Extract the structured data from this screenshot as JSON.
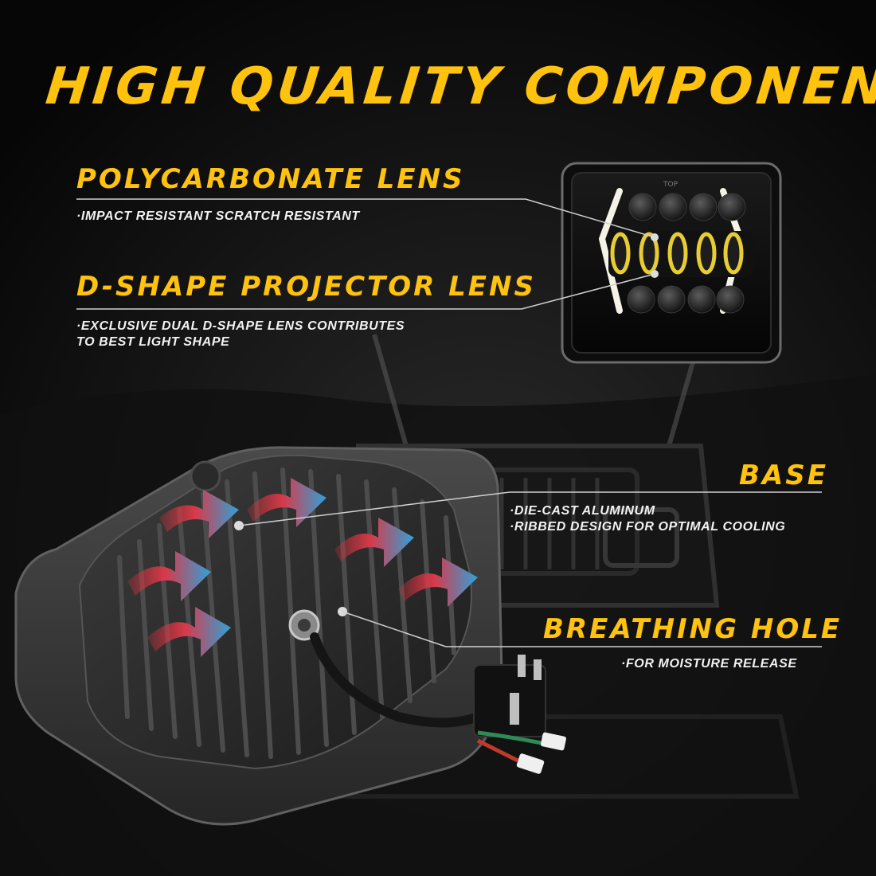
{
  "title": "HIGH QUALITY COMPONENTS",
  "features": {
    "polycarbonate": {
      "heading": "POLYCARBONATE LENS",
      "note": "·IMPACT RESISTANT   SCRATCH RESISTANT"
    },
    "dshape": {
      "heading": "D-SHAPE PROJECTOR LENS",
      "note_line1": "·EXCLUSIVE DUAL D-SHAPE LENS CONTRIBUTES",
      "note_line2": "TO BEST LIGHT SHAPE"
    },
    "base": {
      "heading": "BASE",
      "note_line1": "·DIE-CAST ALUMINUM",
      "note_line2": "·RIBBED DESIGN FOR OPTIMAL COOLING"
    },
    "breathing": {
      "heading": "BREATHING HOLE",
      "note": "·FOR MOISTURE RELEASE"
    }
  },
  "lamp_marking": "TOP",
  "colors": {
    "heading": "#ffc20e",
    "note": "#f2f2f2",
    "background": "#0b0b0b",
    "arrow_hot": "#e2323a",
    "arrow_cool": "#2fa2d8",
    "drl": "#f5f3e8",
    "amber_ring": "#e8cc34"
  }
}
